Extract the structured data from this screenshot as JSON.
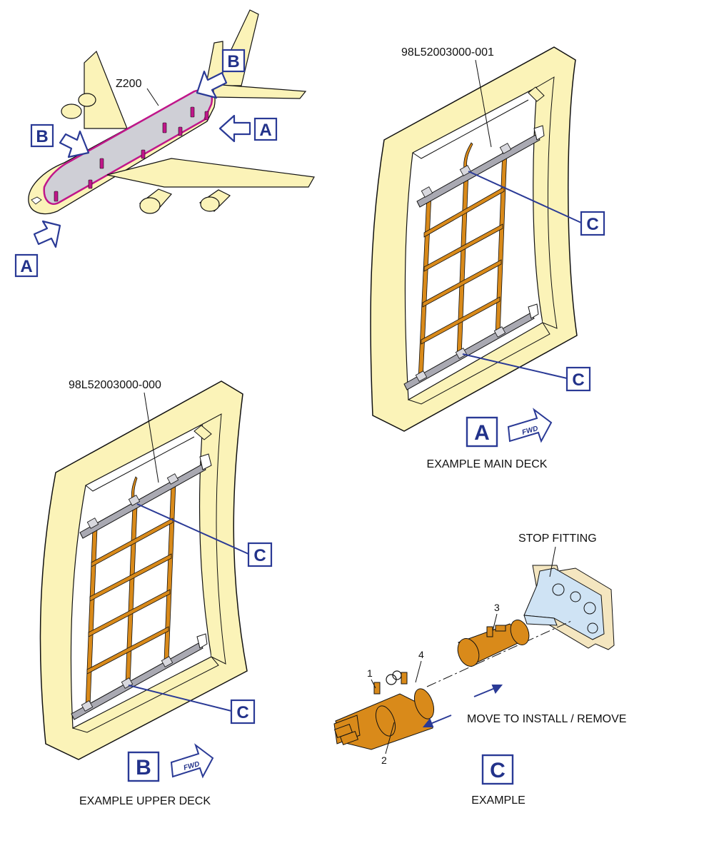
{
  "colors": {
    "frame_fill": "#fbf3b8",
    "outline": "#111111",
    "callout_blue": "#2a3a96",
    "strap_orange": "#d98a1a",
    "bar_gray": "#a9a9b2",
    "zone_magenta": "#c0168a",
    "fuselage_gray": "#cfcfd6",
    "fitting_blue": "#cfe3f4",
    "wall_tan": "#f4e6c0"
  },
  "aircraft_view": {
    "zone_label": "Z200",
    "callouts": [
      "A",
      "B",
      "A",
      "B"
    ]
  },
  "view_a": {
    "part_number": "98L52003000-001",
    "callouts": [
      "C",
      "C"
    ],
    "view_letter": "A",
    "fwd_label": "FWD",
    "caption": "EXAMPLE MAIN DECK"
  },
  "view_b": {
    "part_number": "98L52003000-000",
    "callouts": [
      "C",
      "C"
    ],
    "view_letter": "B",
    "fwd_label": "FWD",
    "caption": "EXAMPLE UPPER DECK"
  },
  "view_c": {
    "stop_fitting_label": "STOP FITTING",
    "item_numbers": [
      "1",
      "2",
      "3",
      "4"
    ],
    "move_label": "MOVE TO INSTALL / REMOVE",
    "view_letter": "C",
    "caption": "EXAMPLE"
  }
}
